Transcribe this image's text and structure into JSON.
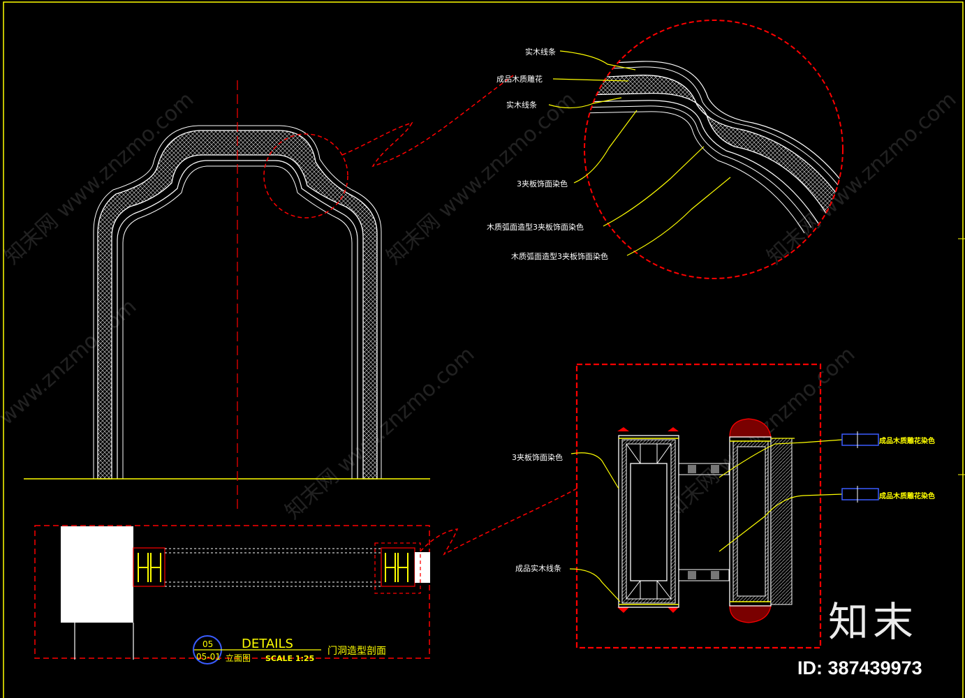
{
  "labels": {
    "solid_wood_trim_1": "实木线条",
    "carved_wood_panel": "成品木质雕花",
    "solid_wood_trim_2": "实木线条",
    "plywood_paint": "3夹板饰面染色",
    "arc_plywood_1": "木质弧面造型3夹板饰面染色",
    "arc_plywood_2": "木质弧面造型3夹板饰面染色",
    "section_plywood": "3夹板饰面染色",
    "section_trim": "成品实木线条",
    "right_carved_1": "成品木质雕花染色",
    "right_carved_2": "成品木质雕花染色"
  },
  "title_block": {
    "main": "DETAILS",
    "sub": "立面图",
    "scale": "SCALE   1:25",
    "description": "门洞造型剖面",
    "bubble_top": "05",
    "bubble_bottom": "05-01"
  },
  "watermark": {
    "site": "www.znzmo.com",
    "cn": "知末网"
  },
  "brand": {
    "logo": "知末",
    "id": "ID: 387439973"
  },
  "colors": {
    "background": "#000000",
    "frame": "#ffff00",
    "section_cut": "#ff0000",
    "linework": "#ffffff",
    "leader": "#ffff00",
    "marker": "#0000ff"
  }
}
